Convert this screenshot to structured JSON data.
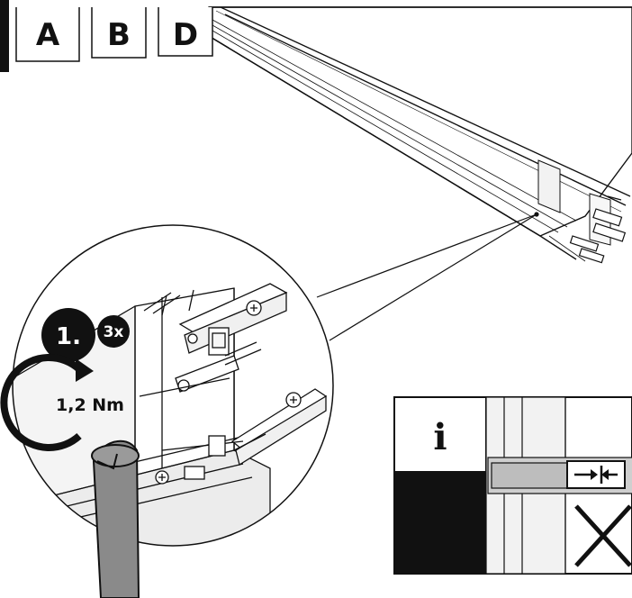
{
  "tabs": [
    {
      "label": "A"
    },
    {
      "label": "B"
    },
    {
      "label": "D"
    }
  ],
  "step": {
    "number_label": "1.",
    "repeat_label": "3x"
  },
  "torque": {
    "label": "1,2 Nm"
  },
  "info_box": {
    "icon_label": "i",
    "gap_symbol": "→|←"
  },
  "colors": {
    "line": "#111111",
    "rail_fill": "#ffffff",
    "rail_shade": "#e6e6e6",
    "tool": "#8a8a8a",
    "badge": "#111111"
  }
}
